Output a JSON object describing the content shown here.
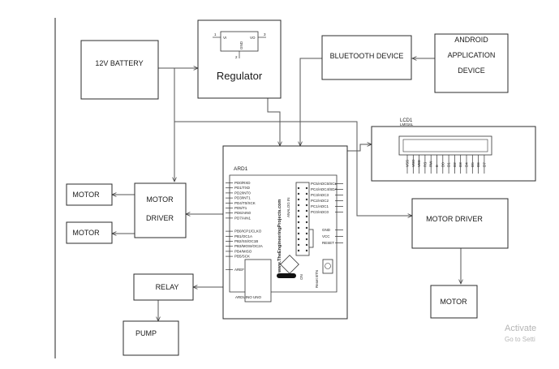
{
  "blocks": {
    "battery": "12V BATTERY",
    "regulator": "Regulator",
    "regulator_pins": {
      "vi": "VI",
      "vo": "VO",
      "gnd": "GND",
      "p1": "1",
      "p2": "2",
      "p3": "3"
    },
    "bluetooth": "BLUETOOTH DEVICE",
    "android": [
      "ANDROID",
      "APPLICATION",
      "DEVICE"
    ],
    "lcd_title": "LCD1",
    "lcd_model": "LM016L",
    "lcd_pins": [
      "VSS",
      "VDD",
      "VEE",
      "RS",
      "RW",
      "E",
      "D0",
      "D1",
      "D2",
      "D3",
      "D4",
      "D5",
      "D6",
      "D7"
    ],
    "arduino_label": "ARD1",
    "arduino_footer": "ARDUINO UNO",
    "arduino_site": "www.TheEngineeringProjects.com",
    "arduino_reset": "Reset BTN",
    "arduino_on": "ON",
    "arduino_left_pins": [
      "PD0/RXD",
      "PD1/TXD",
      "PD2/INT0",
      "PD3/INT1",
      "PD4/T0/XCK",
      "PD5/T1",
      "PD6/AIN0",
      "PD7/AIN1",
      "PB0/ICP1/CLKO",
      "PB1/OC1A",
      "PB2/SS/OC1B",
      "PB3/MOSI/OC2A",
      "PB4/MISO",
      "PB5/SCK",
      "AREF"
    ],
    "arduino_right_pins": [
      "PC5/ADC5/SCL",
      "PC4/ADC4/SDA",
      "PC3/ADC3",
      "PC2/ADC2",
      "PC1/ADC1",
      "PC0/ADC0"
    ],
    "arduino_power_pins": [
      "GND",
      "VCC",
      "RESET"
    ],
    "arduino_analog": "ANALOG IN",
    "motor_driver_left": [
      "MOTOR",
      "DRIVER"
    ],
    "motor_top": "MOTOR",
    "motor_bottom": "MOTOR",
    "motor_driver_right": "MOTOR DRIVER",
    "motor_right": "MOTOR",
    "relay": "RELAY",
    "pump": "PUMP"
  },
  "watermark": {
    "line1": "Activate",
    "line2": "Go to Setti"
  }
}
